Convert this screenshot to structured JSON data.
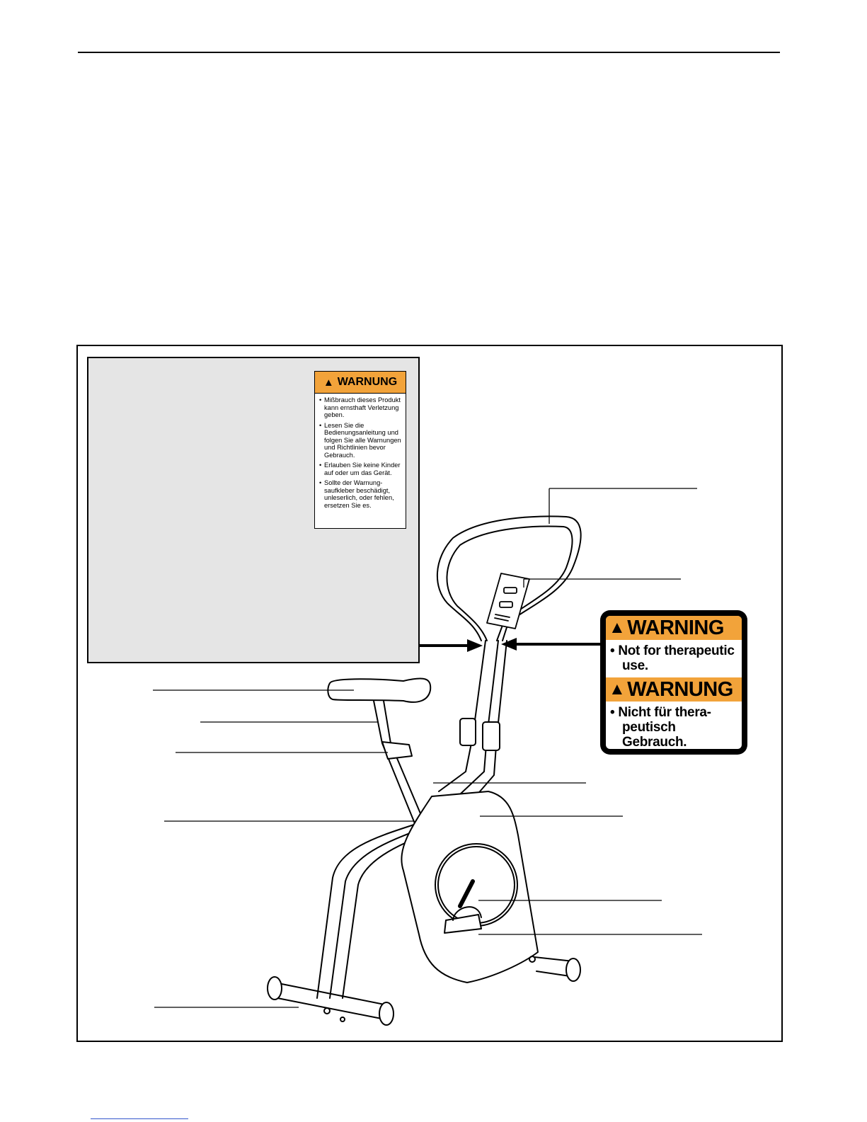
{
  "warnung_label": {
    "title": "WARNUNG",
    "icon": "warning-triangle-icon",
    "items": [
      "Mißbrauch dieses Produkt kann ernsthaft Verletzung geben.",
      "Lesen Sie die Bedienungsanleitung und folgen Sie alle Warnungen und Richtlinien bevor Gebrauch.",
      "Erlauben Sie keine Kinder auf oder um das Gerät.",
      "Sollte der Warnung-saufkleber beschädigt, unleserlich, oder fehlen, ersetzen Sie es."
    ]
  },
  "warning_label": {
    "title_en": "WARNING",
    "text_en_line1": "• Not for therapeutic",
    "text_en_line2": "use.",
    "title_de": "WARNUNG",
    "text_de_line1": "• Nicht für thera-",
    "text_de_line2": "peutisch Gebrauch.",
    "icon": "warning-triangle-icon"
  },
  "colors": {
    "label_orange": "#f2a33a",
    "note_box_gray": "#e5e5e5",
    "link_blue": "#3355cc"
  }
}
